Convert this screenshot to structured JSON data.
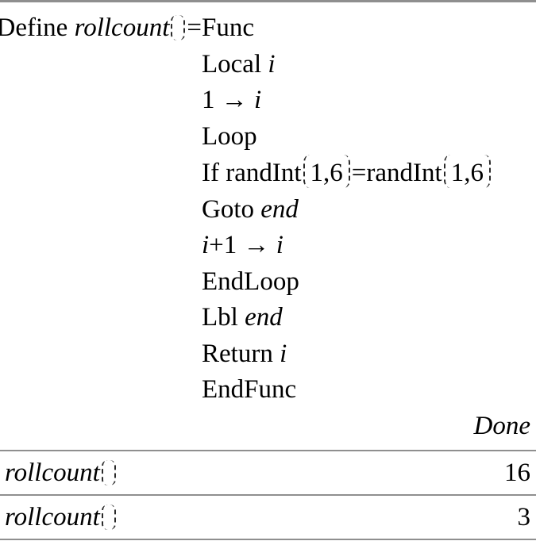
{
  "colors": {
    "background": "#ffffff",
    "text": "#000000",
    "divider": "#8f8f8f"
  },
  "program": {
    "define_prefix": [
      {
        "t": "Define "
      },
      {
        "t": "rollcount",
        "i": true
      },
      {
        "p": "l"
      },
      {
        "p": "r"
      },
      {
        "t": "="
      }
    ],
    "lines": [
      [
        {
          "t": "Func"
        }
      ],
      [
        {
          "t": "Local "
        },
        {
          "t": "i",
          "i": true
        }
      ],
      [
        {
          "t": "1 → "
        },
        {
          "t": "i",
          "i": true
        }
      ],
      [
        {
          "t": "Loop"
        }
      ],
      [
        {
          "t": "If randInt"
        },
        {
          "p": "l",
          "tall": true
        },
        {
          "t": "1,6"
        },
        {
          "p": "r",
          "tall": true
        },
        {
          "t": "=randInt"
        },
        {
          "p": "l",
          "tall": true
        },
        {
          "t": "1,6"
        },
        {
          "p": "r",
          "tall": true
        }
      ],
      [
        {
          "t": "Goto "
        },
        {
          "t": "end",
          "i": true
        }
      ],
      [
        {
          "t": "i",
          "i": true
        },
        {
          "t": "+1 → "
        },
        {
          "t": "i",
          "i": true
        }
      ],
      [
        {
          "t": "EndLoop"
        }
      ],
      [
        {
          "t": "Lbl "
        },
        {
          "t": "end",
          "i": true
        }
      ],
      [
        {
          "t": "Return "
        },
        {
          "t": "i",
          "i": true
        }
      ],
      [
        {
          "t": "EndFunc"
        }
      ]
    ],
    "result": "Done"
  },
  "history": [
    {
      "entry": [
        {
          "t": "rollcount",
          "i": true
        },
        {
          "p": "l"
        },
        {
          "p": "r"
        }
      ],
      "result": "16"
    },
    {
      "entry": [
        {
          "t": "rollcount",
          "i": true
        },
        {
          "p": "l"
        },
        {
          "p": "r"
        }
      ],
      "result": "3"
    }
  ]
}
